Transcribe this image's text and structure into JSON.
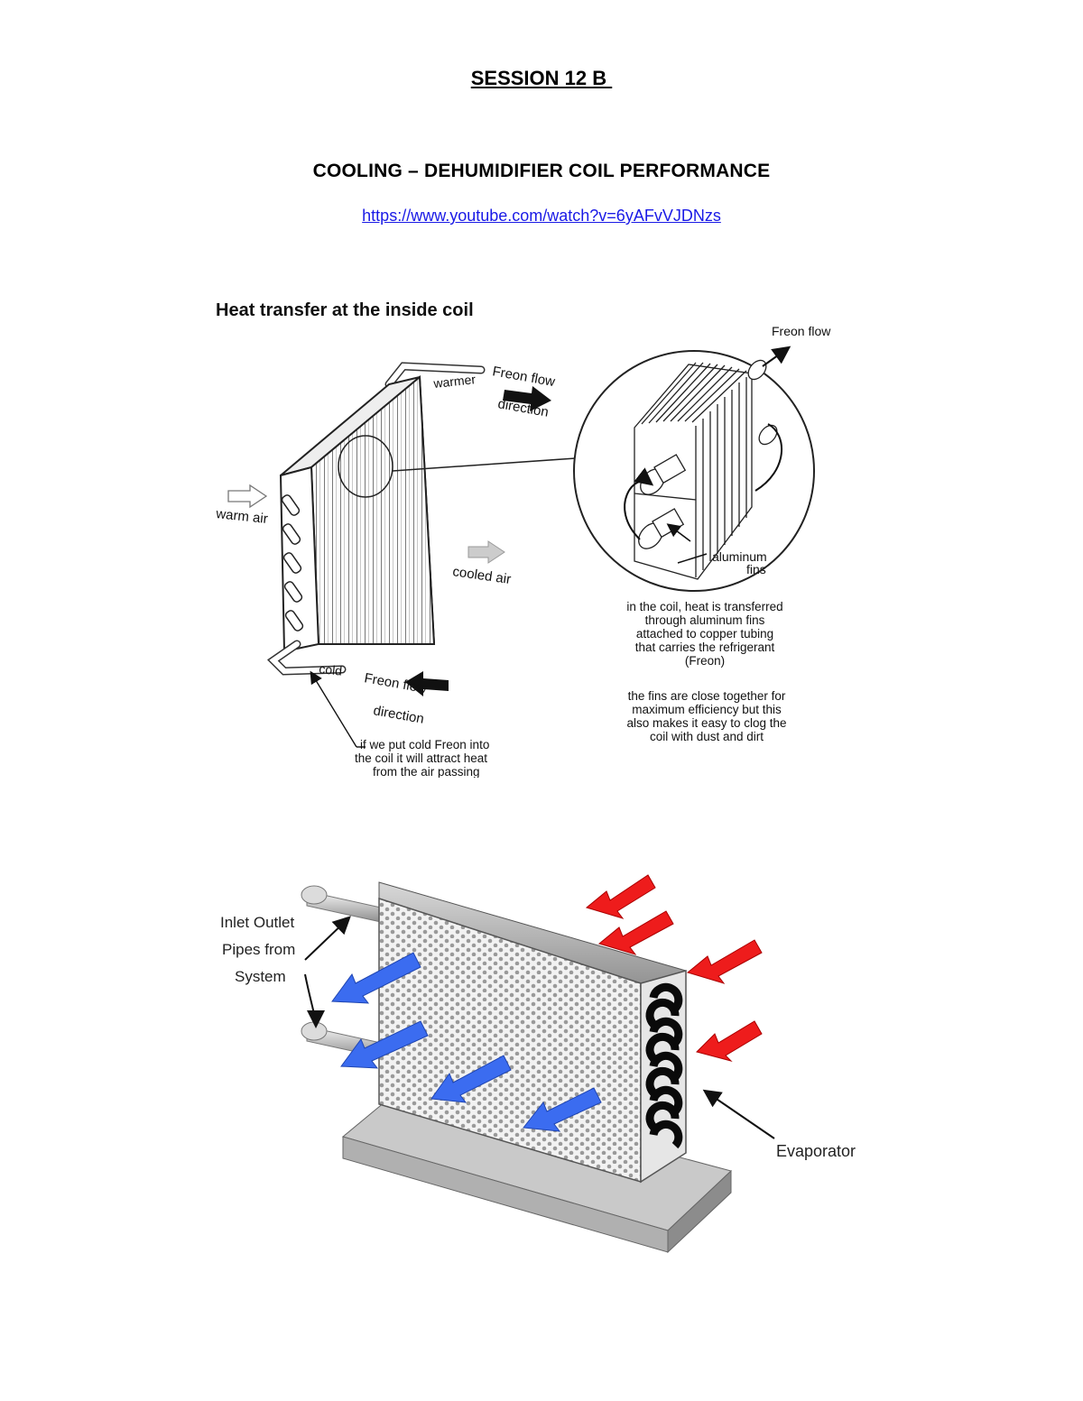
{
  "document": {
    "session_title": "SESSION 12 B ",
    "heading": "COOLING – DEHUMIDIFIER COIL PERFORMANCE",
    "link": "https://www.youtube.com/watch?v=6yAFvVJDNzs"
  },
  "figure1": {
    "title": "Heat transfer at the inside coil",
    "freon_flow_top": "Freon flow",
    "warmer": "warmer",
    "freon_flow_dir1": "Freon flow",
    "direction1": "direction",
    "warm_air": "warm air",
    "cooled_air": "cooled air",
    "cold": "cold",
    "freon_flow_dir2": "Freon flow",
    "direction2": "direction",
    "aluminum": "aluminum",
    "fins": "fins",
    "caption1": [
      "in the coil, heat is transferred",
      "through aluminum fins",
      "attached to copper tubing",
      "that carries the refrigerant",
      "(Freon)"
    ],
    "caption2": [
      "the fins are close together for",
      "maximum efficiency but this",
      "also makes it easy to clog the",
      "coil with dust and dirt"
    ],
    "note": [
      "if we put cold Freon into",
      "the coil it will attract heat",
      "from the air passing"
    ]
  },
  "figure2": {
    "pipes_label": [
      "Inlet Outlet",
      "Pipes from",
      "System"
    ],
    "evaporator": "Evaporator",
    "colors": {
      "hot_arrow": "#ee1c1c",
      "cold_arrow": "#3b6cf0",
      "coil": "#0a0a0a",
      "body": "#d4d4d4"
    }
  }
}
